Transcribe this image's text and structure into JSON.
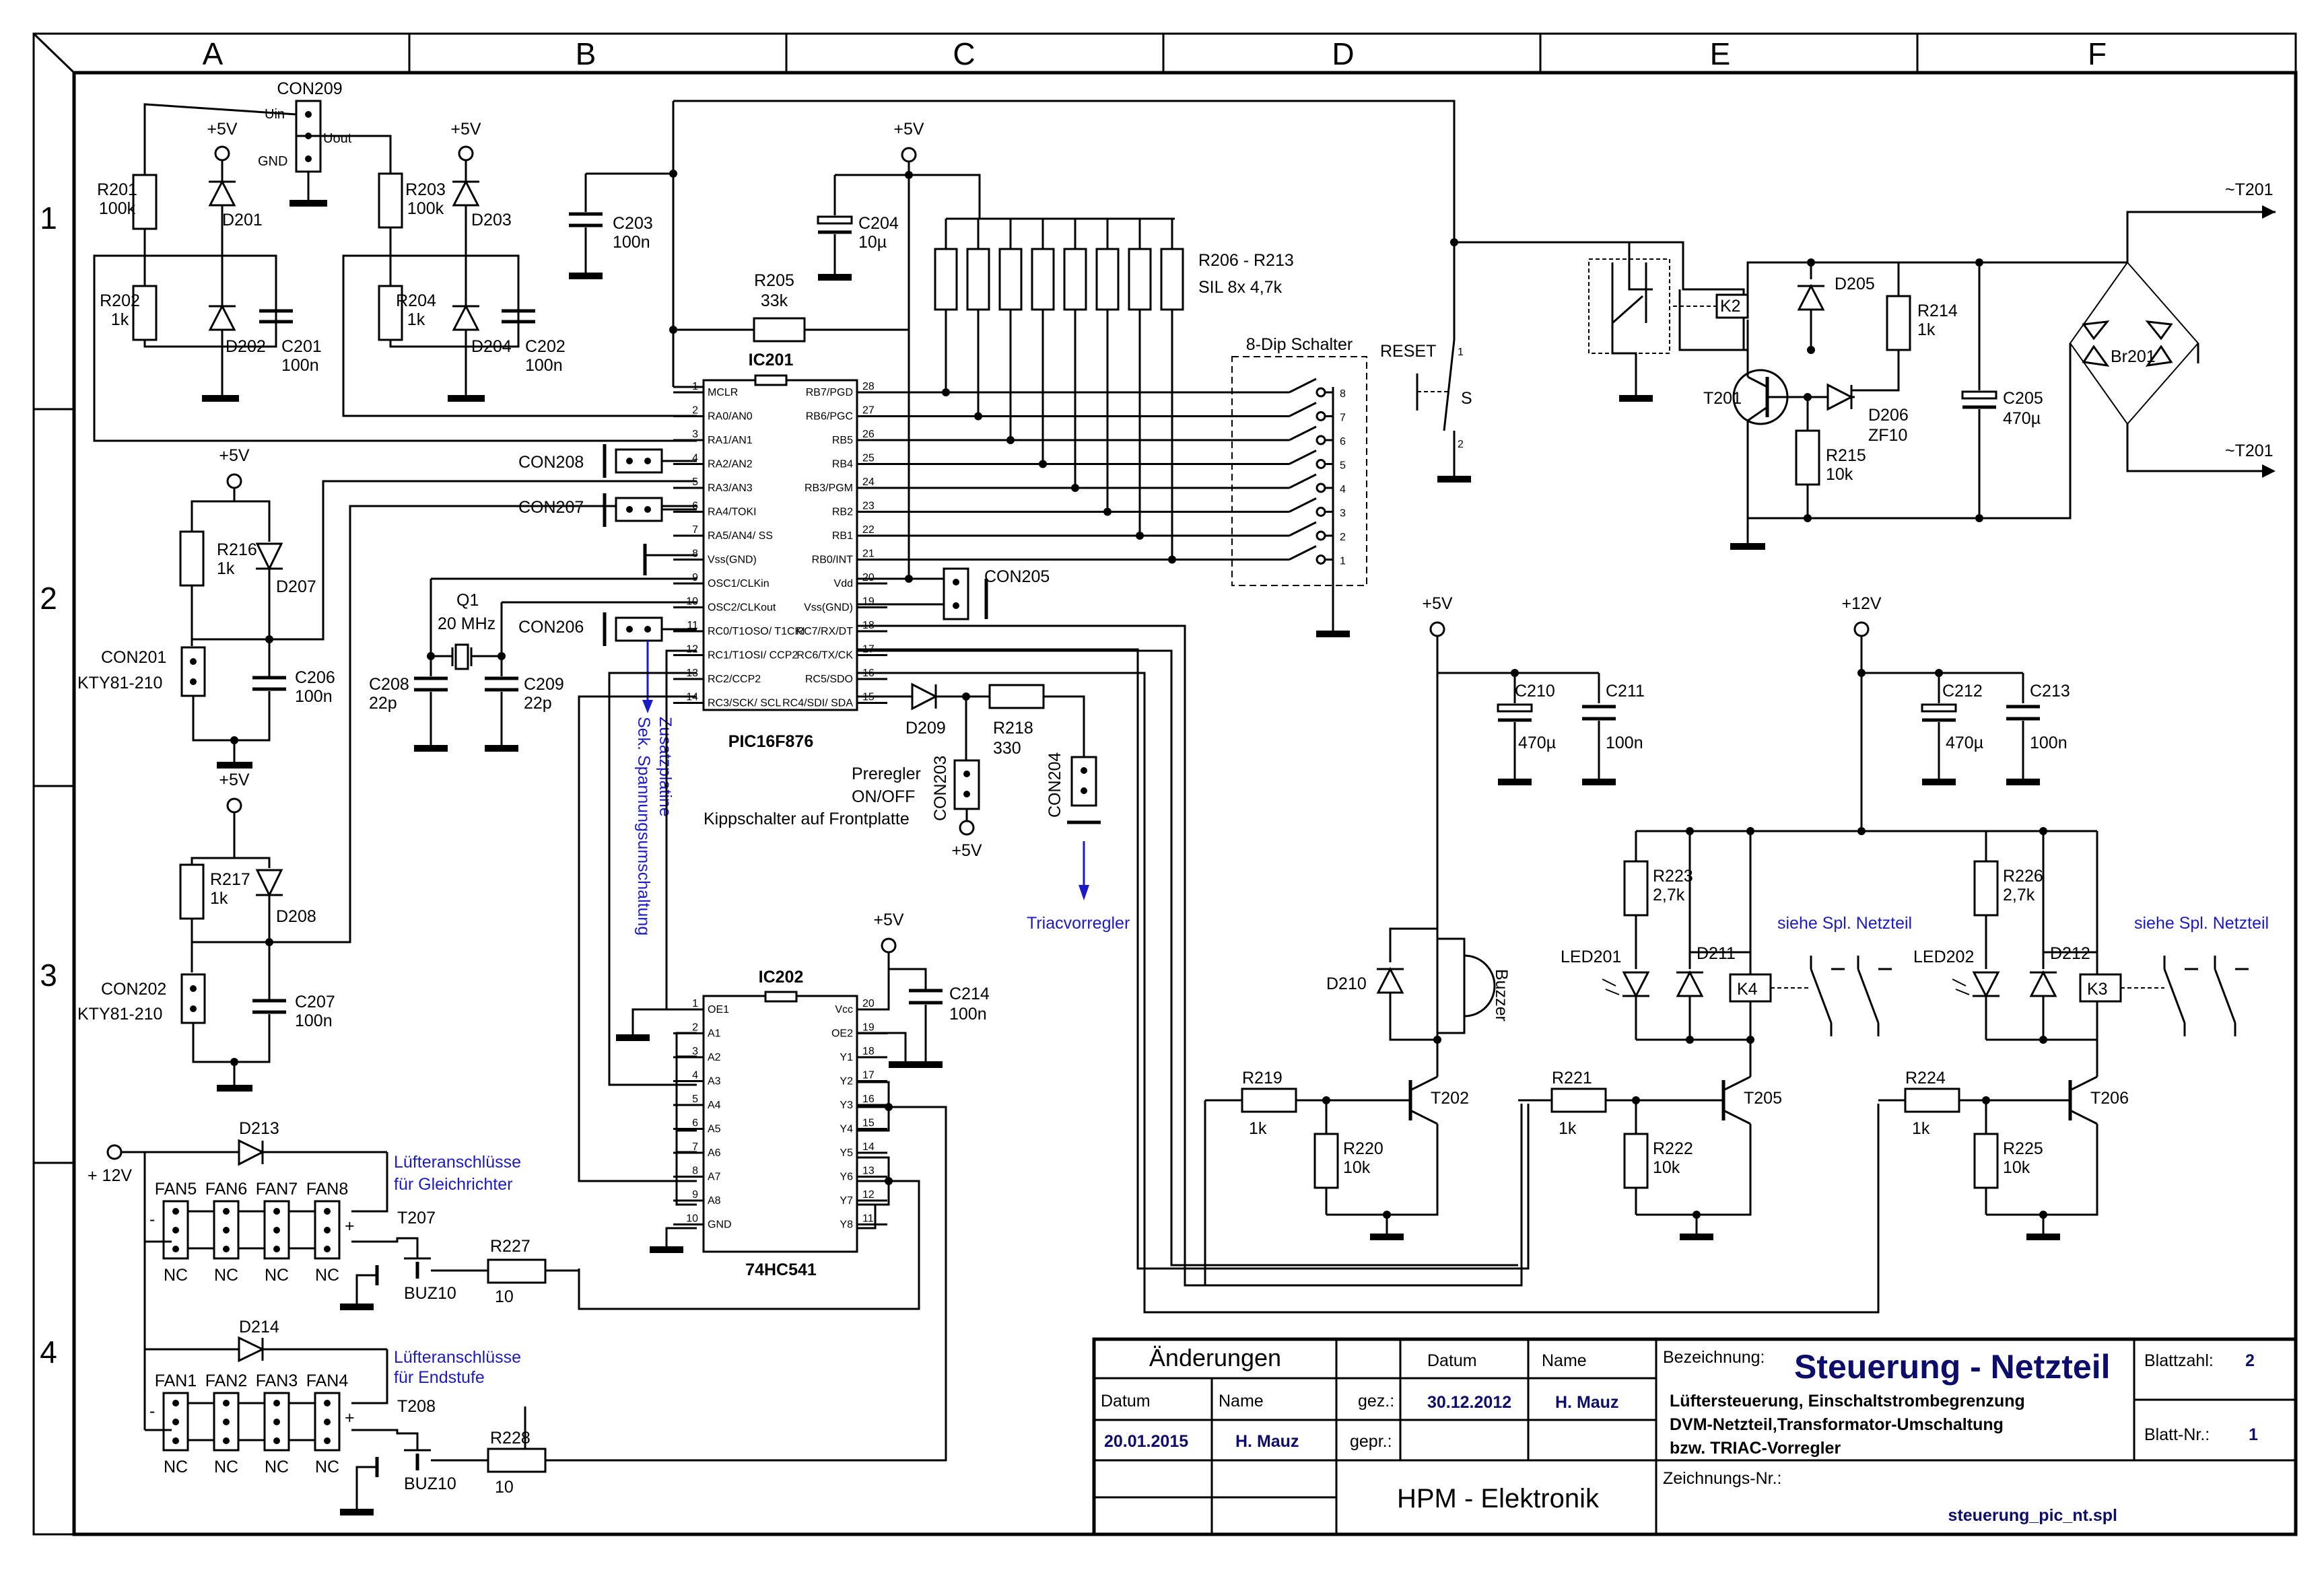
{
  "zones": {
    "columns": [
      "A",
      "B",
      "C",
      "D",
      "E",
      "F"
    ],
    "rows": [
      "1",
      "2",
      "3",
      "4"
    ]
  },
  "components": {
    "con209": "CON209",
    "con209_uin": "Uin",
    "con209_uout": "Uout",
    "con209_gnd": "GND",
    "r201": "R201",
    "r201_val": "100k",
    "d201": "D201",
    "r202": "R202",
    "r202_val": "1k",
    "d202": "D202",
    "c201": "C201",
    "c201_val": "100n",
    "r203": "R203",
    "r203_val": "100k",
    "d203": "D203",
    "r204": "R204",
    "r204_val": "1k",
    "d204": "D204",
    "c202": "C202",
    "c202_val": "100n",
    "c203": "C203",
    "c203_val": "100n",
    "c204": "C204",
    "c204_val": "10µ",
    "r205": "R205",
    "r205_val": "33k",
    "sil": "R206 - R213",
    "sil_val": "SIL 8x 4,7k",
    "dip": "8-Dip Schalter",
    "reset": "RESET",
    "reset_s": "S",
    "k2": "K2",
    "d205": "D205",
    "r214": "R214",
    "r214_val": "1k",
    "t201": "T201",
    "d206": "D206",
    "d206_val": "ZF10",
    "r215": "R215",
    "r215_val": "10k",
    "c205": "C205",
    "c205_val": "470µ",
    "br201": "Br201",
    "t201_ac": "~T201",
    "con208": "CON208",
    "con207": "CON207",
    "con206": "CON206",
    "con205": "CON205",
    "r216": "R216",
    "r216_val": "1k",
    "d207": "D207",
    "con201": "CON201",
    "kty": "KTY81-210",
    "c206": "C206",
    "c206_val": "100n",
    "r217": "R217",
    "r217_val": "1k",
    "d208": "D208",
    "con202": "CON202",
    "c207": "C207",
    "c207_val": "100n",
    "q1": "Q1",
    "q1_val": "20 MHz",
    "c208": "C208",
    "c208_val": "22p",
    "c209": "C209",
    "c209_val": "22p",
    "d209": "D209",
    "r218": "R218",
    "r218_val": "330",
    "con203": "CON203",
    "con204": "CON204",
    "preregler": "Preregler",
    "onoff": "ON/OFF",
    "kipp": "Kippschalter auf Frontplatte",
    "triac": "Triacvorregler",
    "zusatz1": "Zusatzplatine",
    "zusatz2": "Sek. Spannungsumschaltung",
    "c210": "C210",
    "c210_val": "470µ",
    "c211": "C211",
    "c211_val": "100n",
    "c212": "C212",
    "c212_val": "470µ",
    "c213": "C213",
    "c213_val": "100n",
    "d210": "D210",
    "buzzer": "Buzzer",
    "r219": "R219",
    "r219_val": "1k",
    "t202": "T202",
    "r220": "R220",
    "r220_val": "10k",
    "r221": "R221",
    "r221_val": "1k",
    "t205": "T205",
    "r222": "R222",
    "r222_val": "10k",
    "r224": "R224",
    "r224_val": "1k",
    "t206": "T206",
    "r225": "R225",
    "r225_val": "10k",
    "r223": "R223",
    "r223_val": "2,7k",
    "led201": "LED201",
    "d211": "D211",
    "k4": "K4",
    "r226": "R226",
    "r226_val": "2,7k",
    "led202": "LED202",
    "d212": "D212",
    "k3": "K3",
    "siehe": "siehe Spl. Netzteil",
    "c214": "C214",
    "c214_val": "100n",
    "d213": "D213",
    "d214": "D214",
    "fan_gleich": "Lüfteranschlüsse",
    "fan_gleich2": "für Gleichrichter",
    "fan_end": "Lüfteranschlüsse",
    "fan_end2": "für Endstufe",
    "t207": "T207",
    "t208": "T208",
    "buz10": "BUZ10",
    "r227": "R227",
    "r227_val": "10",
    "r228": "R228",
    "r228_val": "10",
    "fan1": "FAN1",
    "fan2": "FAN2",
    "fan3": "FAN3",
    "fan4": "FAN4",
    "fan5": "FAN5",
    "fan6": "FAN6",
    "fan7": "FAN7",
    "fan8": "FAN8",
    "nc": "NC",
    "plus": "+",
    "minus": "-",
    "p5v": "+5V",
    "p12v": "+12V",
    "p12v_sp": "+ 12V"
  },
  "ic201": {
    "name": "IC201",
    "part": "PIC16F876",
    "left_pins": [
      {
        "n": "1",
        "label": "MCLR"
      },
      {
        "n": "2",
        "label": "RA0/AN0"
      },
      {
        "n": "3",
        "label": "RA1/AN1"
      },
      {
        "n": "4",
        "label": "RA2/AN2"
      },
      {
        "n": "5",
        "label": "RA3/AN3"
      },
      {
        "n": "6",
        "label": "RA4/TOKI"
      },
      {
        "n": "7",
        "label": "RA5/AN4/ SS"
      },
      {
        "n": "8",
        "label": "Vss(GND)"
      },
      {
        "n": "9",
        "label": "OSC1/CLKin"
      },
      {
        "n": "10",
        "label": "OSC2/CLKout"
      },
      {
        "n": "11",
        "label": "RC0/T1OSO/ T1CKI"
      },
      {
        "n": "12",
        "label": "RC1/T1OSI/ CCP2"
      },
      {
        "n": "13",
        "label": "RC2/CCP2"
      },
      {
        "n": "14",
        "label": "RC3/SCK/ SCL"
      }
    ],
    "right_pins": [
      {
        "n": "28",
        "label": "RB7/PGD"
      },
      {
        "n": "27",
        "label": "RB6/PGC"
      },
      {
        "n": "26",
        "label": "RB5"
      },
      {
        "n": "25",
        "label": "RB4"
      },
      {
        "n": "24",
        "label": "RB3/PGM"
      },
      {
        "n": "23",
        "label": "RB2"
      },
      {
        "n": "22",
        "label": "RB1"
      },
      {
        "n": "21",
        "label": "RB0/INT"
      },
      {
        "n": "20",
        "label": "Vdd"
      },
      {
        "n": "19",
        "label": "Vss(GND)"
      },
      {
        "n": "18",
        "label": "RC7/RX/DT"
      },
      {
        "n": "17",
        "label": "RC6/TX/CK"
      },
      {
        "n": "16",
        "label": "RC5/SDO"
      },
      {
        "n": "15",
        "label": "RC4/SDI/ SDA"
      }
    ]
  },
  "ic202": {
    "name": "IC202",
    "part": "74HC541",
    "left_pins": [
      {
        "n": "1",
        "label": "OE1"
      },
      {
        "n": "2",
        "label": "A1"
      },
      {
        "n": "3",
        "label": "A2"
      },
      {
        "n": "4",
        "label": "A3"
      },
      {
        "n": "5",
        "label": "A4"
      },
      {
        "n": "6",
        "label": "A5"
      },
      {
        "n": "7",
        "label": "A6"
      },
      {
        "n": "8",
        "label": "A7"
      },
      {
        "n": "9",
        "label": "A8"
      },
      {
        "n": "10",
        "label": "GND"
      }
    ],
    "right_pins": [
      {
        "n": "20",
        "label": "Vcc"
      },
      {
        "n": "19",
        "label": "OE2"
      },
      {
        "n": "18",
        "label": "Y1"
      },
      {
        "n": "17",
        "label": "Y2"
      },
      {
        "n": "16",
        "label": "Y3"
      },
      {
        "n": "15",
        "label": "Y4"
      },
      {
        "n": "14",
        "label": "Y5"
      },
      {
        "n": "13",
        "label": "Y6"
      },
      {
        "n": "12",
        "label": "Y7"
      },
      {
        "n": "11",
        "label": "Y8"
      }
    ]
  },
  "dip_numbers": [
    "8",
    "7",
    "6",
    "5",
    "4",
    "3",
    "2",
    "1"
  ],
  "title_block": {
    "aenderungen": "Änderungen",
    "datum_h": "Datum",
    "name_h": "Name",
    "chg_datum": "20.01.2015",
    "chg_name": "H. Mauz",
    "gez": "gez.:",
    "gepr": "gepr.:",
    "gez_datum": "30.12.2012",
    "gez_name": "H. Mauz",
    "firma": "HPM - Elektronik",
    "bezeichnung_h": "Bezeichnung:",
    "bezeichnung": "Steuerung - Netzteil",
    "desc1": "Lüftersteuerung, Einschaltstrombegrenzung",
    "desc2": "DVM-Netzteil,Transformator-Umschaltung",
    "desc3": "bzw.  TRIAC-Vorregler",
    "zeichnungs_h": "Zeichnungs-Nr.:",
    "zeichnungs": "steuerung_pic_nt.spl",
    "blattzahl_h": "Blattzahl:",
    "blattzahl": "2",
    "blattnr_h": "Blatt-Nr.:",
    "blattnr": "1"
  }
}
